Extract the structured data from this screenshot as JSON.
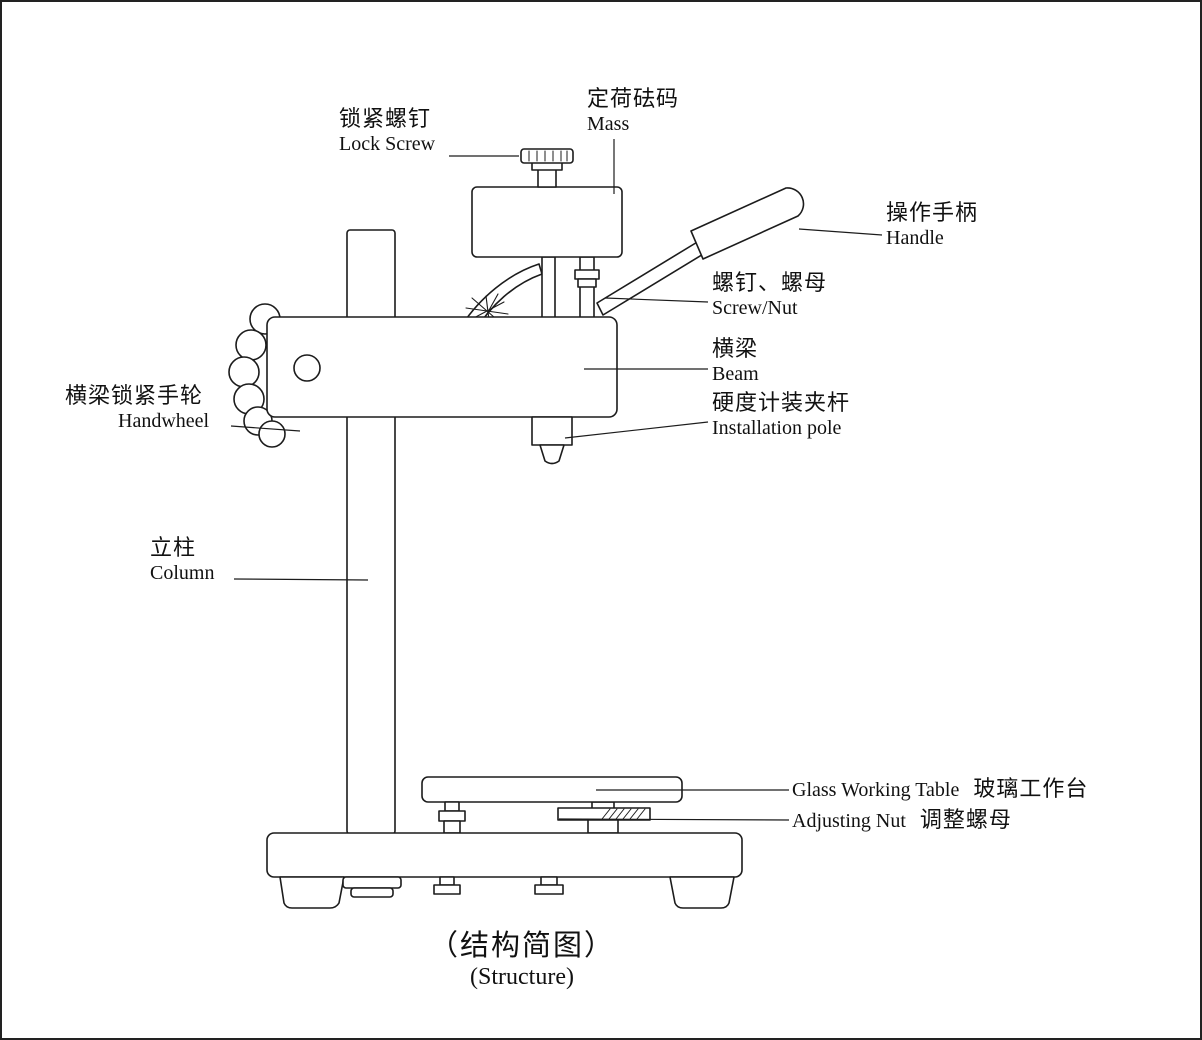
{
  "labels": {
    "lock_screw": {
      "zh": "锁紧螺钉",
      "en": "Lock Screw"
    },
    "mass": {
      "zh": "定荷砝码",
      "en": "Mass"
    },
    "handle": {
      "zh": "操作手柄",
      "en": "Handle"
    },
    "screw_nut": {
      "zh": "螺钉、螺母",
      "en": "Screw/Nut"
    },
    "beam": {
      "zh": "横梁",
      "en": "Beam"
    },
    "installation_pole": {
      "zh": "硬度计装夹杆",
      "en": "Installation pole"
    },
    "handwheel": {
      "zh": "横梁锁紧手轮",
      "en": "Handwheel"
    },
    "column": {
      "zh": "立柱",
      "en": "Column"
    },
    "glass_table": {
      "en": "Glass Working Table",
      "zh": "玻璃工作台"
    },
    "adjusting_nut": {
      "en": "Adjusting Nut",
      "zh": "调整螺母"
    },
    "caption": {
      "zh": "（结构简图）",
      "en": "(Structure)"
    }
  },
  "colors": {
    "line": "#1c1c1c",
    "background": "#ffffff"
  }
}
